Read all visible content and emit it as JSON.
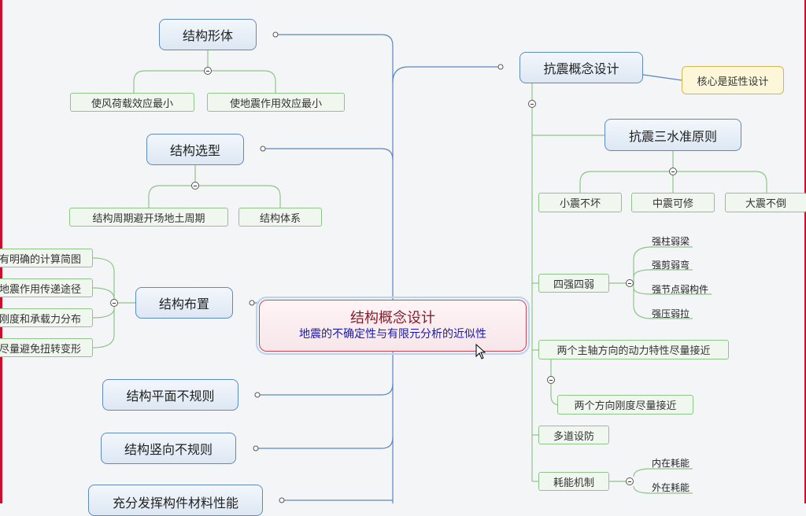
{
  "central": {
    "title": "结构概念设计",
    "subtitle": "地震的不确定性与有限元分析的近似性"
  },
  "left": {
    "form": {
      "label": "结构形体",
      "children": [
        "使风荷载效应最小",
        "使地震作用效应最小"
      ]
    },
    "selection": {
      "label": "结构选型",
      "children": [
        "结构周期避开场地土周期",
        "结构体系"
      ]
    },
    "layout": {
      "label": "结构布置",
      "children": [
        "有明确的计算简图",
        "地震作用传递途径",
        "刚度和承载力分布",
        "尽量避免扭转变形"
      ]
    },
    "plan_irregular": {
      "label": "结构平面不规则"
    },
    "vertical_irregular": {
      "label": "结构竖向不规则"
    },
    "material": {
      "label": "充分发挥构件材料性能"
    }
  },
  "right": {
    "seismic": {
      "label": "抗震概念设计",
      "note": "核心是延性设计"
    },
    "three_level": {
      "label": "抗震三水准原则",
      "children": [
        "小震不坏",
        "中震可修",
        "大震不倒"
      ]
    },
    "four": {
      "label": "四强四弱",
      "children": [
        "强柱弱梁",
        "强剪弱弯",
        "强节点弱构件",
        "强压弱拉"
      ]
    },
    "axes": {
      "label": "两个主轴方向的动力特性尽量接近",
      "child": "两个方向刚度尽量接近"
    },
    "defense": {
      "label": "多道设防"
    },
    "energy": {
      "label": "耗能机制",
      "children": [
        "内在耗能",
        "外在耗能"
      ]
    }
  }
}
